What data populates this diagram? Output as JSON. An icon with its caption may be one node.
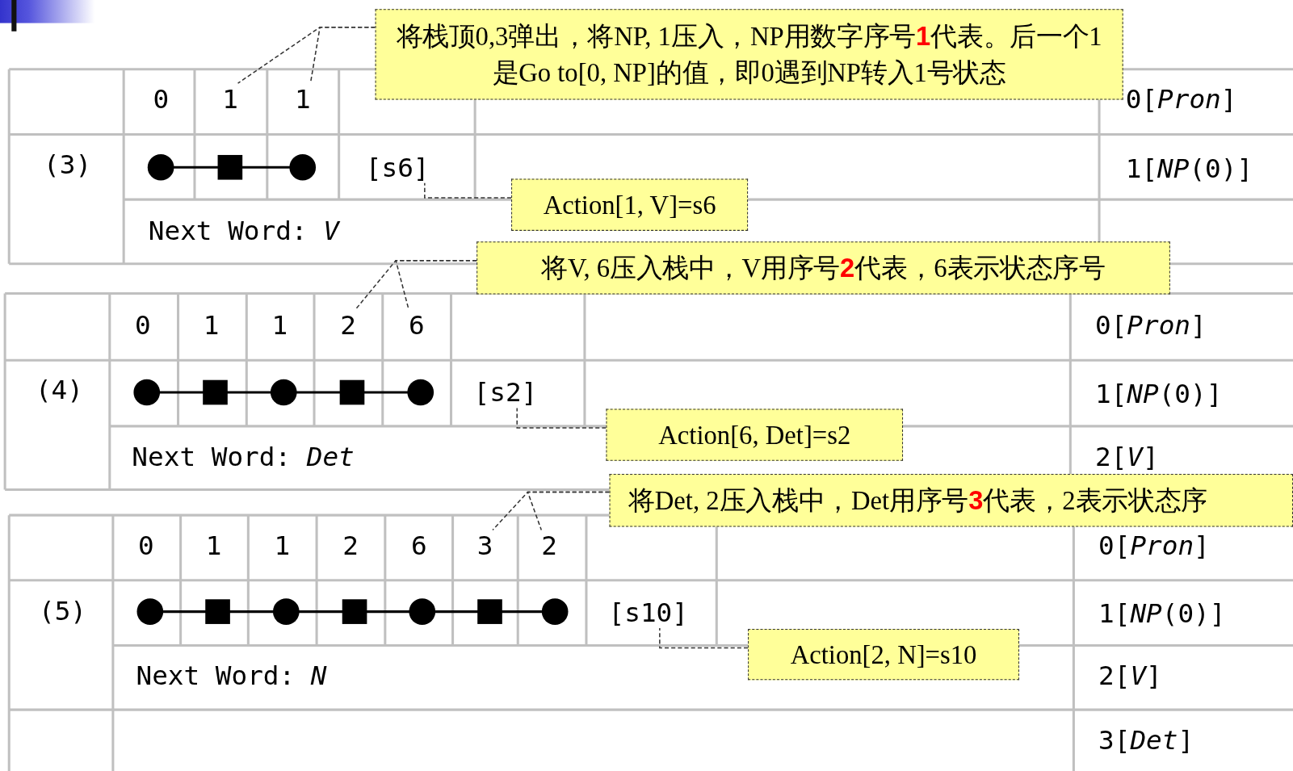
{
  "diagram": {
    "nodes": [
      {
        "text": [
          "将栈顶0,3弹出，将NP, 1压入，NP用数字序号**1**代表。后一个1是Go to[0, NP]的值，即0遇到NP转入1号状态"
        ]
      },
      {
        "text": [
          "1"
        ]
      },
      {
        "text": [
          "1"
        ]
      },
      {
        "text": [
          "[s6]"
        ]
      },
      {
        "text": [
          "Action[1, V]=s6"
        ]
      },
      {
        "text": [
          "将V, 6压入栈中，V用序号**2**代表，6表示状态序号"
        ]
      },
      {
        "text": [
          "2"
        ]
      },
      {
        "text": [
          "6"
        ]
      },
      {
        "text": [
          "[s2]"
        ]
      },
      {
        "text": [
          "Action[6, Det]=s2"
        ]
      },
      {
        "text": [
          "将Det, 2压入栈中，Det用序号**3**代表，2表示状态序"
        ]
      },
      {
        "text": [
          "3"
        ]
      },
      {
        "text": [
          "2"
        ]
      },
      {
        "text": [
          "[s10]"
        ]
      },
      {
        "text": [
          "Action[2, N]=s10"
        ]
      }
    ],
    "edges": [
      {
        "from": 0,
        "to": 1,
        "arrow": "none"
      },
      {
        "from": 0,
        "to": 2,
        "arrow": "none"
      },
      {
        "from": 4,
        "to": 3,
        "arrow": "none"
      },
      {
        "from": 5,
        "to": 6,
        "arrow": "none"
      },
      {
        "from": 5,
        "to": 7,
        "arrow": "none"
      },
      {
        "from": 9,
        "to": 8,
        "arrow": "none"
      },
      {
        "from": 10,
        "to": 11,
        "arrow": "none"
      },
      {
        "from": 10,
        "to": 12,
        "arrow": "none"
      },
      {
        "from": 14,
        "to": 13,
        "arrow": "none"
      }
    ],
    "labels": [
      "0",
      "0[*Pron*]",
      "(3)",
      "1[*NP*(0)]",
      "Next Word: *V*",
      "0",
      "1",
      "1",
      "0[*Pron*]",
      "(4)",
      "1[*NP*(0)]",
      "Next Word: *Det*",
      "2[*V*]",
      "0",
      "1",
      "1",
      "2",
      "6",
      "0[*Pron*]",
      "(5)",
      "1[*NP*(0)]",
      "Next Word: *N*",
      "2[*V*]",
      "3[*Det*]"
    ]
  }
}
